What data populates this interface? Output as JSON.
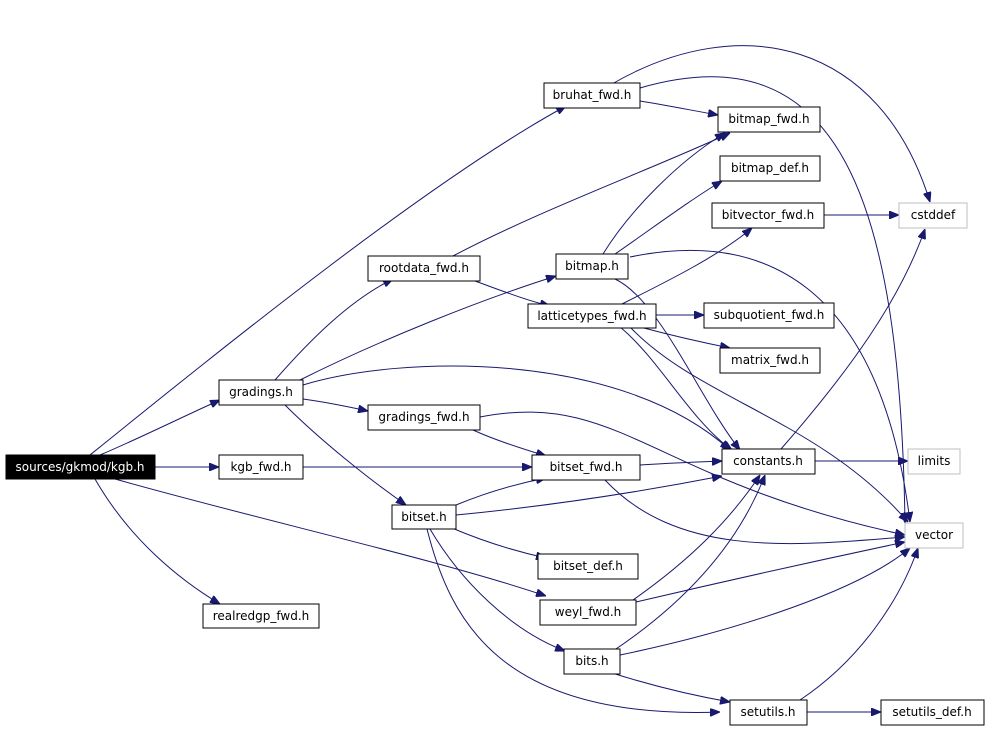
{
  "graph": {
    "nodes": {
      "kgb": "sources/gkmod/kgb.h",
      "realredgp_fwd": "realredgp_fwd.h",
      "gradings": "gradings.h",
      "kgb_fwd": "kgb_fwd.h",
      "rootdata_fwd": "rootdata_fwd.h",
      "gradings_fwd": "gradings_fwd.h",
      "bitset": "bitset.h",
      "bruhat_fwd": "bruhat_fwd.h",
      "bitmap": "bitmap.h",
      "latticetypes_fwd": "latticetypes_fwd.h",
      "bitset_fwd": "bitset_fwd.h",
      "bitset_def": "bitset_def.h",
      "weyl_fwd": "weyl_fwd.h",
      "bits": "bits.h",
      "bitmap_fwd": "bitmap_fwd.h",
      "bitmap_def": "bitmap_def.h",
      "bitvector_fwd": "bitvector_fwd.h",
      "subquotient_fwd": "subquotient_fwd.h",
      "matrix_fwd": "matrix_fwd.h",
      "constants": "constants.h",
      "setutils": "setutils.h",
      "cstddef": "cstddef",
      "limits": "limits",
      "vector": "vector",
      "setutils_def": "setutils_def.h"
    },
    "colors": {
      "edge": "#191970",
      "box_border": "#000000",
      "external_border": "#bfbfbf",
      "root_fill": "#000000",
      "root_text": "#ffffff"
    }
  }
}
